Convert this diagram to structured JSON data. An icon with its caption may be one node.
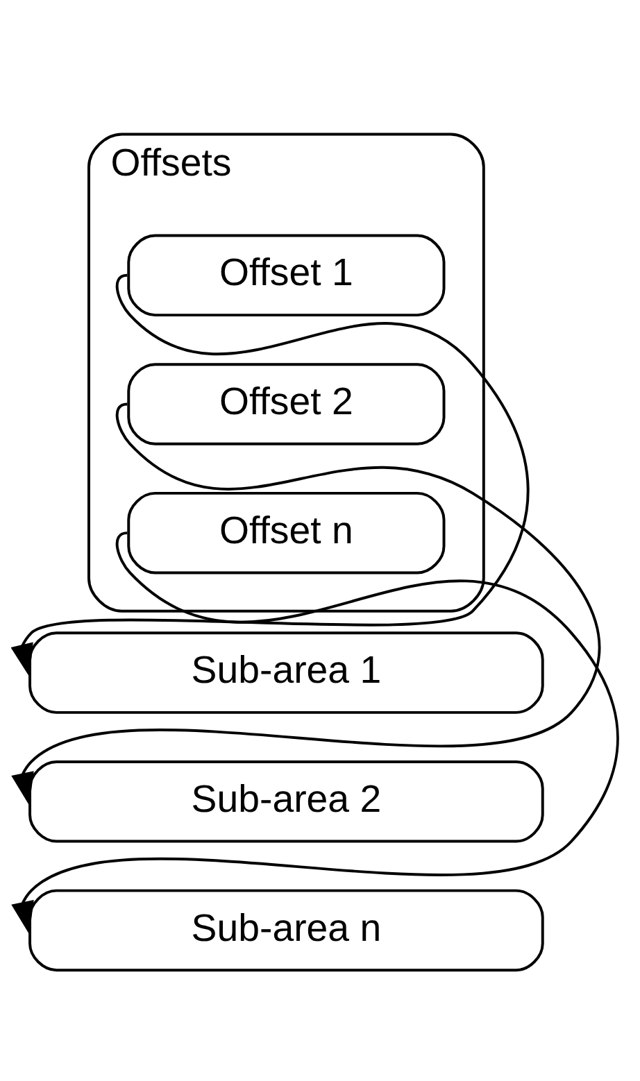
{
  "diagram": {
    "nodes": [
      {
        "text": [
          "Offsets"
        ]
      },
      {
        "text": [
          "Offset 1"
        ],
        "in": 0
      },
      {
        "text": [
          "Offset 2"
        ],
        "in": 0
      },
      {
        "text": [
          "Offset n"
        ],
        "in": 0
      },
      {
        "text": [
          "Sub-area 1"
        ]
      },
      {
        "text": [
          "Sub-area 2"
        ]
      },
      {
        "text": [
          "Sub-area n"
        ]
      }
    ],
    "edges": [
      {
        "from": 1,
        "to": 4,
        "arrow": "to"
      },
      {
        "from": 2,
        "to": 5,
        "arrow": "to"
      },
      {
        "from": 3,
        "to": 6,
        "arrow": "to"
      }
    ]
  }
}
